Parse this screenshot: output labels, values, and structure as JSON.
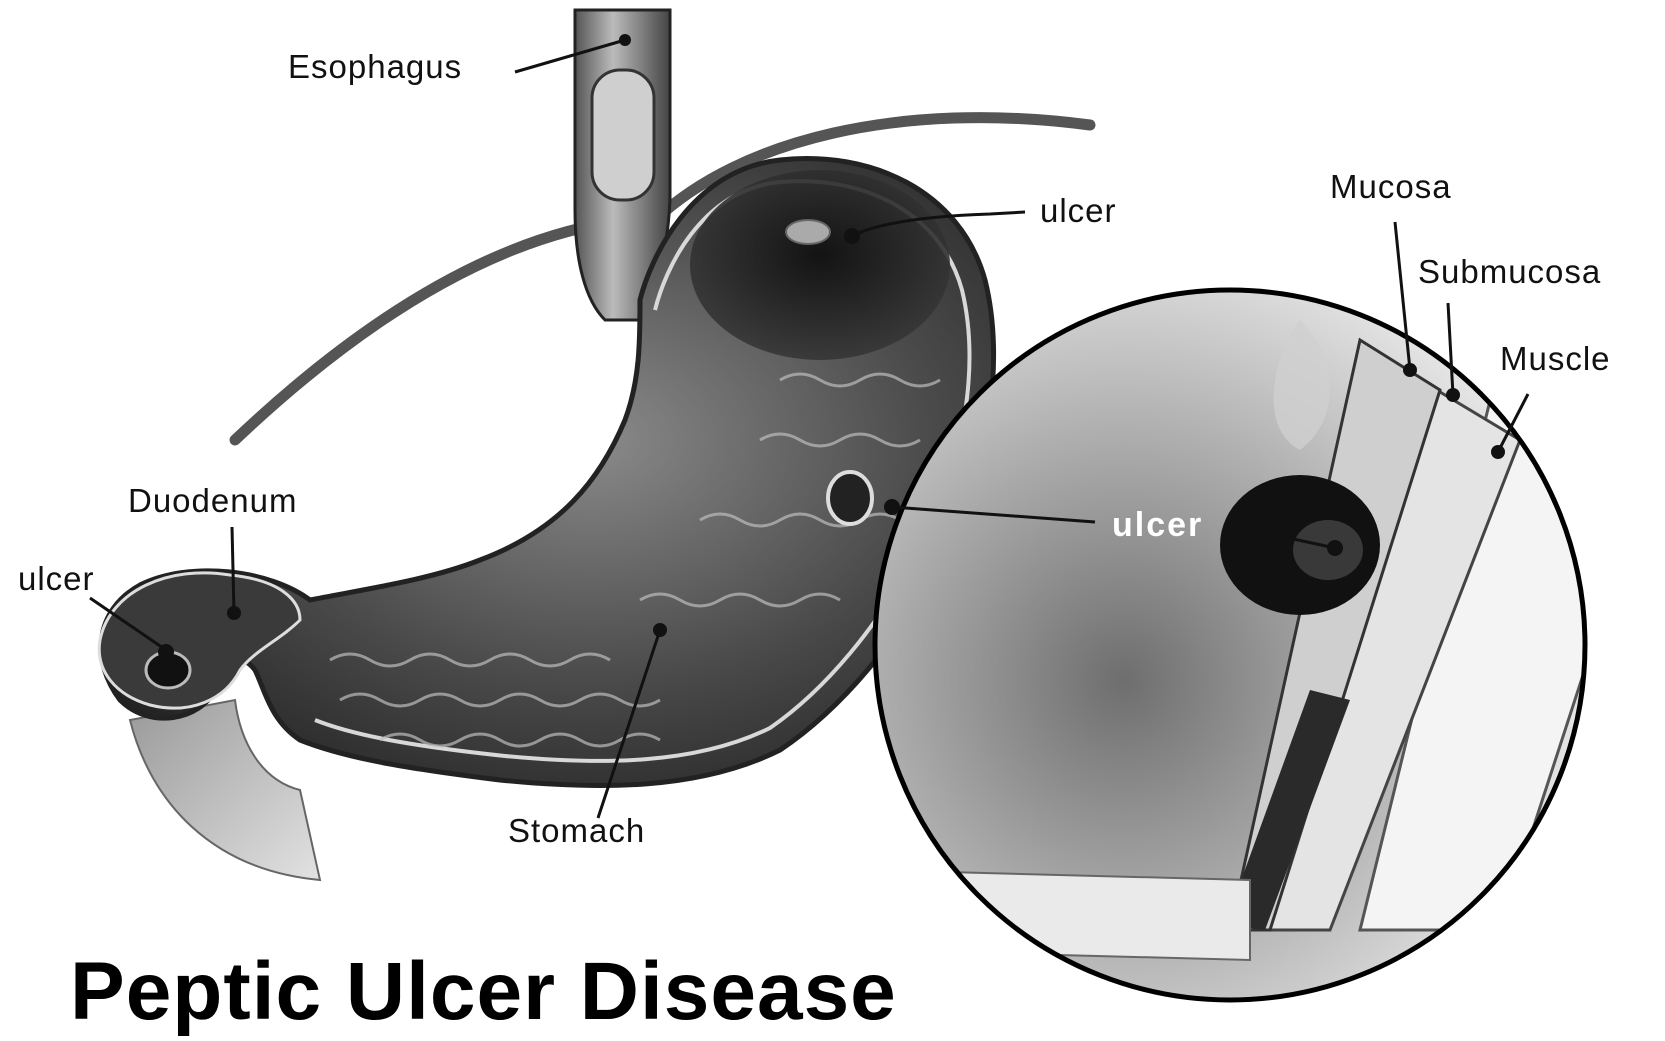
{
  "title": "Peptic Ulcer Disease",
  "labels": {
    "esophagus": "Esophagus",
    "ulcer_top": "ulcer",
    "mucosa": "Mucosa",
    "submucosa": "Submucosa",
    "muscle": "Muscle",
    "duodenum": "Duodenum",
    "ulcer_left": "ulcer",
    "ulcer_middle": "ulcer",
    "stomach": "Stomach"
  },
  "colors": {
    "background": "#ffffff",
    "ink": "#111111",
    "stomach_dark": "#2a2a2a",
    "stomach_mid": "#6b6b6b",
    "stomach_light": "#c8c8c8"
  }
}
